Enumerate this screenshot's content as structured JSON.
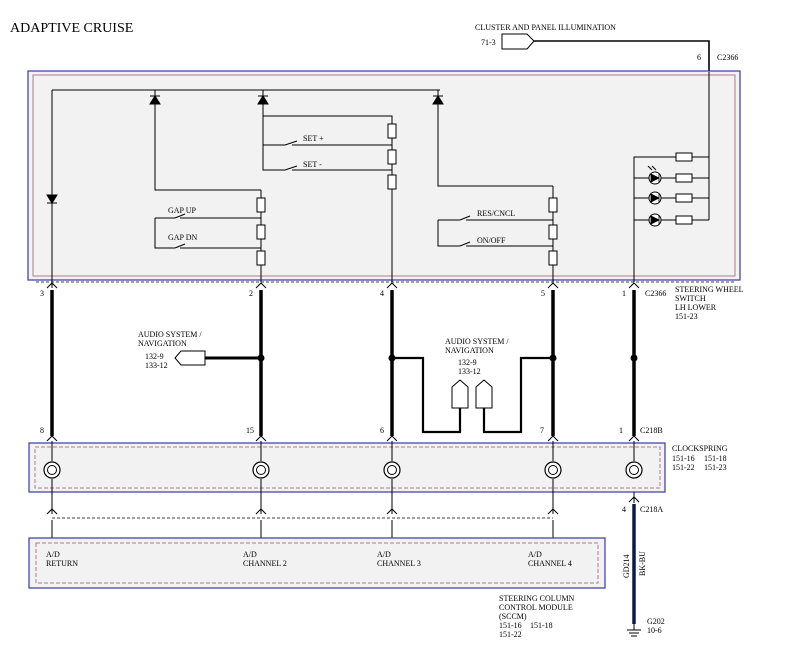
{
  "title": "ADAPTIVE CRUISE",
  "cluster": {
    "label": "CLUSTER AND PANEL ILLUMINATION",
    "ref": "71-3",
    "pin": "6",
    "connector": "C2366"
  },
  "switch_labels": [
    "SET +",
    "SET -",
    "GAP UP",
    "GAP DN",
    "RES/CNCL",
    "ON/OFF"
  ],
  "steering_wheel_switch": {
    "connector": "C2366",
    "lines": [
      "STEERING WHEEL",
      "SWITCH",
      "LH LOWER",
      "151-23"
    ]
  },
  "upper_pins": [
    "3",
    "2",
    "4",
    "5",
    "1"
  ],
  "audio_left": {
    "lines": [
      "AUDIO SYSTEM /",
      "NAVIGATION"
    ],
    "refs": [
      "132-9",
      "133-12"
    ]
  },
  "audio_center": {
    "lines": [
      "AUDIO SYSTEM /",
      "NAVIGATION"
    ],
    "refs": [
      "132-9",
      "133-12"
    ]
  },
  "lower_pins": [
    "8",
    "15",
    "6",
    "7",
    "1"
  ],
  "c218b": "C218B",
  "clockspring": {
    "label": "CLOCKSPRING",
    "refs": [
      "151-16",
      "151-18",
      "151-22",
      "151-23"
    ]
  },
  "c218a": {
    "pin": "4",
    "connector": "C218A"
  },
  "ground_wire": {
    "circuit": "GD214",
    "color": "BK-BU"
  },
  "ground": {
    "id": "G202",
    "ref": "10-6"
  },
  "sccm_channels": [
    {
      "top": "A/D",
      "bottom": "RETURN"
    },
    {
      "top": "A/D",
      "bottom": "CHANNEL 2"
    },
    {
      "top": "A/D",
      "bottom": "CHANNEL 3"
    },
    {
      "top": "A/D",
      "bottom": "CHANNEL 4"
    }
  ],
  "sccm": {
    "lines": [
      "STEERING COLUMN",
      "CONTROL MODULE",
      "(SCCM)"
    ],
    "refs": [
      "151-16",
      "151-18",
      "151-22"
    ]
  },
  "colors": {
    "box_border": "#3a3aa0",
    "box_fill": "#f2f2f2",
    "inner_dash": "#b07890",
    "ground_wire": "#0b1a4a"
  }
}
